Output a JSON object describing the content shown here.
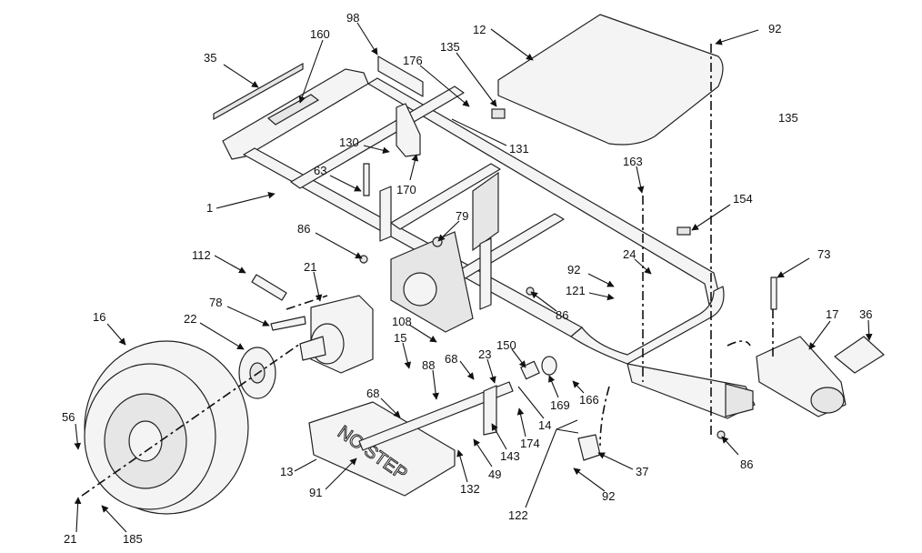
{
  "diagram": {
    "step_plate_text": "NO STEP",
    "callouts": {
      "c98": "98",
      "c160": "160",
      "c12": "12",
      "c35": "35",
      "c135a": "135",
      "c176": "176",
      "c92a": "92",
      "c135b": "135",
      "c130": "130",
      "c131": "131",
      "c63": "63",
      "c170": "170",
      "c163": "163",
      "c154": "154",
      "c1": "1",
      "c79": "79",
      "c86a": "86",
      "c73": "73",
      "c24": "24",
      "c112": "112",
      "c21a": "21",
      "c92b": "92",
      "c121": "121",
      "c17": "17",
      "c36": "36",
      "c86b": "86",
      "c78": "78",
      "c108": "108",
      "c16": "16",
      "c22": "22",
      "c15": "15",
      "c68a": "68",
      "c150": "150",
      "c88": "88",
      "c23": "23",
      "c169": "169",
      "c166": "166",
      "c68b": "68",
      "c14": "14",
      "c174": "174",
      "c56": "56",
      "c143": "143",
      "c37": "37",
      "c13": "13",
      "c49": "49",
      "c91": "91",
      "c132": "132",
      "c86c": "86",
      "c92c": "92",
      "c122": "122",
      "c21b": "21",
      "c185": "185"
    }
  }
}
